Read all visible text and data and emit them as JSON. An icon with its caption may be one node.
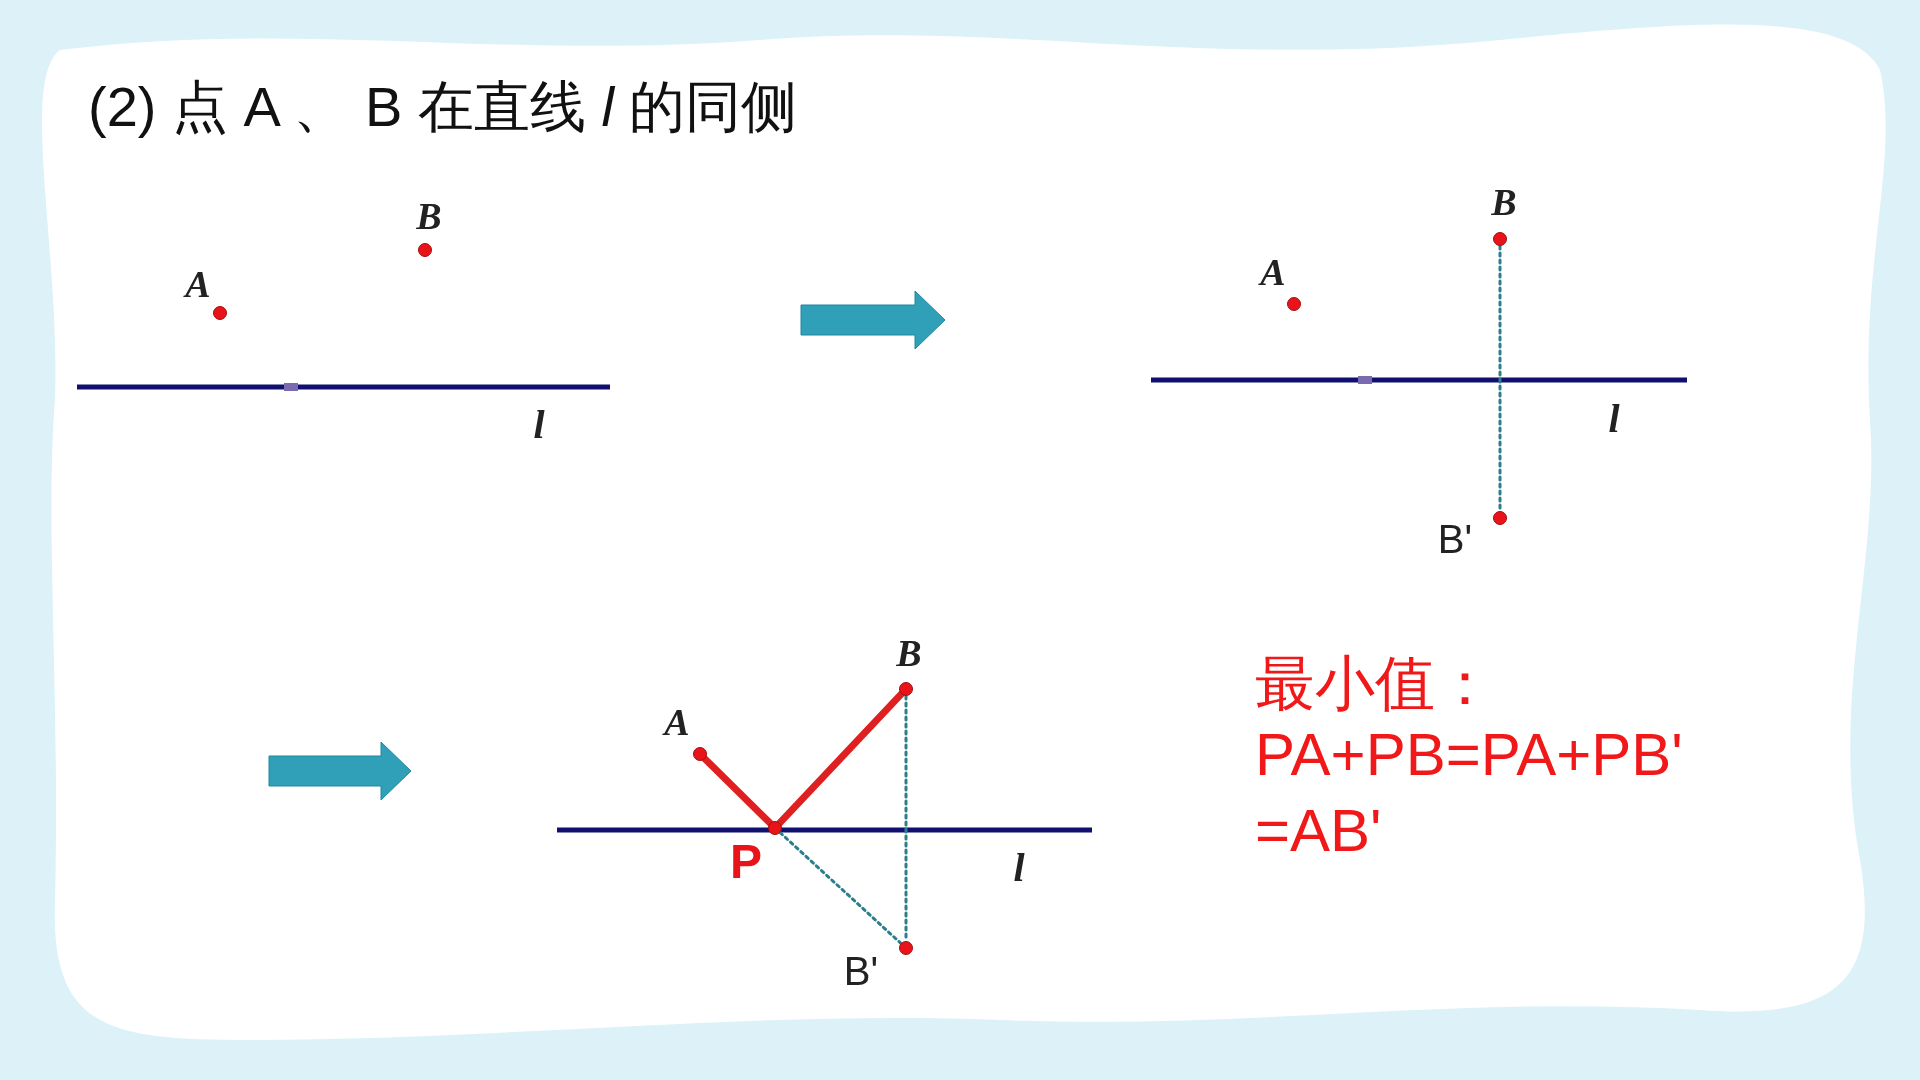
{
  "diagram": {
    "title": "(2) 点 A 、 B 在直线 *l* 的同侧",
    "nodes": [
      {
        "text": [],
        "shape": "circle",
        "beside": [
          "A"
        ]
      },
      {
        "text": [],
        "shape": "circle",
        "beside": [
          "B"
        ]
      },
      {
        "text": [],
        "shape": "circle",
        "beside": [
          "A"
        ]
      },
      {
        "text": [],
        "shape": "circle",
        "beside": [
          "B"
        ]
      },
      {
        "text": [],
        "shape": "circle",
        "beside": [
          "B'"
        ]
      },
      {
        "text": [],
        "shape": "circle",
        "beside": [
          "A"
        ]
      },
      {
        "text": [],
        "shape": "circle",
        "beside": [
          "B"
        ]
      },
      {
        "text": [],
        "shape": "circle",
        "beside": [
          "P"
        ]
      },
      {
        "text": [],
        "shape": "circle",
        "beside": [
          "B'"
        ]
      }
    ],
    "edges": [
      {
        "from": 3,
        "to": 4,
        "arrow": "none",
        "style": "dashed"
      },
      {
        "from": 5,
        "to": 7,
        "arrow": "none",
        "style": "thick",
        "color": "#e02020"
      },
      {
        "from": 7,
        "to": 6,
        "arrow": "none",
        "style": "thick",
        "color": "#e02020"
      },
      {
        "from": 7,
        "to": 8,
        "arrow": "none",
        "style": "dashed"
      },
      {
        "from": 6,
        "to": 8,
        "arrow": "none",
        "style": "dashed"
      }
    ],
    "labels": [
      "l",
      "l",
      "l",
      "最小值：",
      "PA+PB=PA+PB'",
      "=AB'"
    ]
  }
}
